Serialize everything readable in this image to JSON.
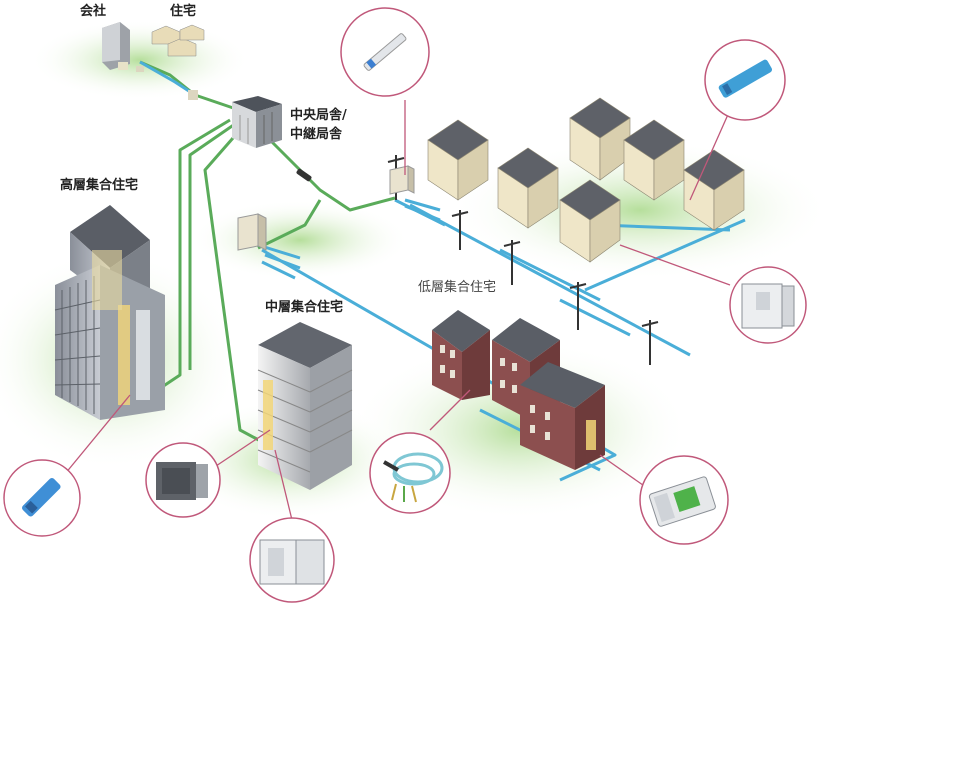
{
  "labels": {
    "company": "会社",
    "residence": "住宅",
    "central_office_line1": "中央局舎/",
    "central_office_line2": "中継局舎",
    "high_rise": "高層集合住宅",
    "mid_rise": "中層集合住宅",
    "low_rise": "低層集合住宅"
  },
  "colors": {
    "trunk_green": "#5aab5a",
    "drop_blue": "#4aaed8",
    "callout_ring": "#c0587a",
    "ground_green": "#bfe0a8",
    "roof_gray": "#5a5e66",
    "brick": "#8c4f4f",
    "house_wall": "#efe6c8"
  },
  "icons": [
    "splitter-icon",
    "connector-icon",
    "cabinet-icon",
    "patch-cord-icon",
    "terminal-box-icon"
  ]
}
